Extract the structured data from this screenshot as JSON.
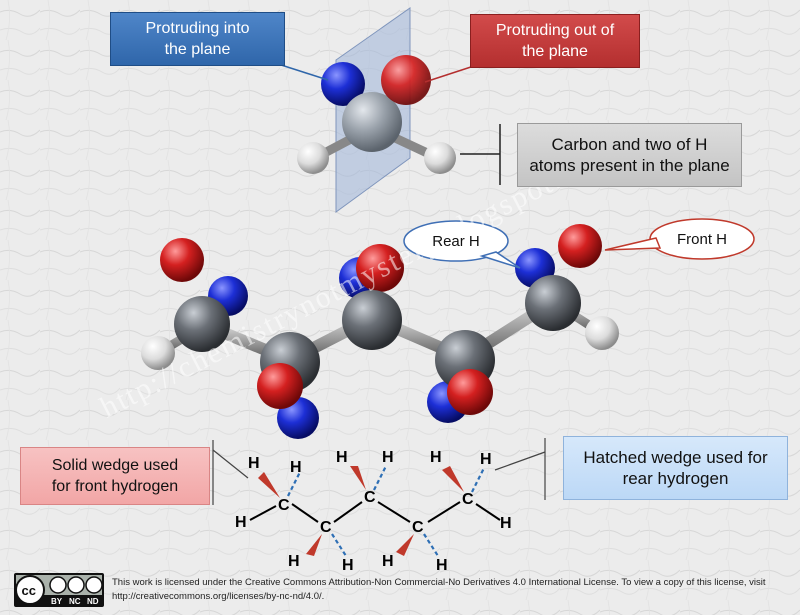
{
  "labels": {
    "into_plane": "Protruding into\nthe plane",
    "out_of_plane": "Protruding out of\nthe plane",
    "in_plane": "Carbon and two of H\natoms present in the plane",
    "rear_h": "Rear H",
    "front_h": "Front H",
    "solid_wedge": "Solid wedge used\nfor front hydrogen",
    "hatched_wedge": "Hatched wedge used for\nrear hydrogen"
  },
  "structure": {
    "carbon": "C",
    "hydrogen": "H"
  },
  "watermark": "http://chemistrynotmystery.blogspot.",
  "license": {
    "text": "This work is licensed under the Creative Commons Attribution-Non Commercial-No Derivatives 4.0 International License. To view a copy of this license, visit http://creativecommons.org/licenses/by-nc-nd/4.0/.",
    "badge_cc": "cc",
    "badge_by": "BY",
    "badge_nc": "NC",
    "badge_nd": "ND"
  },
  "colors": {
    "carbon": "#5a5e63",
    "oxygen_like_front": "#d02020",
    "rear_blue": "#1d2fd6",
    "hydrogen": "#e6e6e6",
    "plane": "#9fb4d8"
  }
}
